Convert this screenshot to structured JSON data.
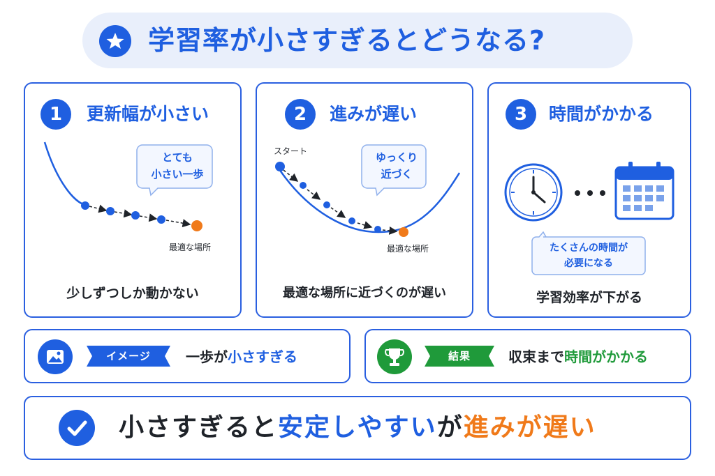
{
  "title": "学習率が小さすぎるとどうなる?",
  "panels": [
    {
      "number": "1",
      "title": "更新幅が小さい",
      "bubble_line1": "とても",
      "bubble_line2": "小さい一歩",
      "goal_label": "最適な場所",
      "caption": "少しずつしか動かない"
    },
    {
      "number": "2",
      "title": "進みが遅い",
      "start_label": "スタート",
      "bubble_line1": "ゆっくり",
      "bubble_line2": "近づく",
      "goal_label": "最適な場所",
      "caption": "最適な場所に近づくのが遅い"
    },
    {
      "number": "3",
      "title": "時間がかかる",
      "bubble_line1": "たくさんの時間が",
      "bubble_line2": "必要になる",
      "caption": "学習効率が下がる"
    }
  ],
  "image_row": {
    "ribbon": "イメージ",
    "text_plain": "一歩が",
    "text_highlight": "小さすぎる",
    "icon": "image-icon",
    "ribbon_color": "#1f5fe0"
  },
  "result_row": {
    "ribbon": "結果",
    "text_plain": "収束まで",
    "text_highlight": "時間がかかる",
    "icon": "trophy-icon",
    "ribbon_color": "#1f9a3a"
  },
  "summary": {
    "part1": "小さすぎると",
    "part2": "安定しやすい",
    "part3": "が",
    "part4": "進みが遅い",
    "icon": "check-icon"
  },
  "colors": {
    "primary": "#1f5fe0",
    "accent": "#f07a1a",
    "success": "#1f9a3a",
    "title_bg": "#e9effb"
  }
}
